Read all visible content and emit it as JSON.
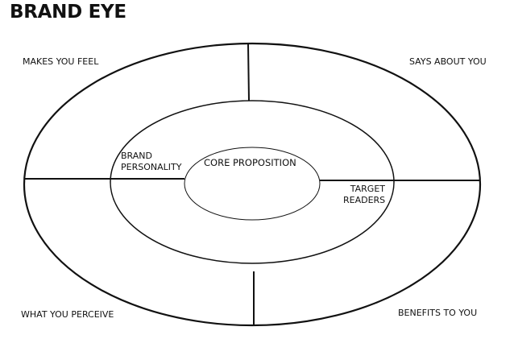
{
  "title": "BRAND EYE",
  "outer_quadrants": {
    "top_left": "MAKES YOU FEEL",
    "top_right": "SAYS ABOUT YOU",
    "bottom_left": "WHAT YOU PERCEIVE",
    "bottom_right": "BENEFITS TO YOU"
  },
  "middle_ring": {
    "left_line1": "BRAND",
    "left_line2": "PERSONALITY",
    "right_line1": "TARGET",
    "right_line2": "READERS"
  },
  "core": {
    "label": "CORE PROPOSITION"
  },
  "colors": {
    "stroke": "#111111",
    "background": "#ffffff"
  }
}
